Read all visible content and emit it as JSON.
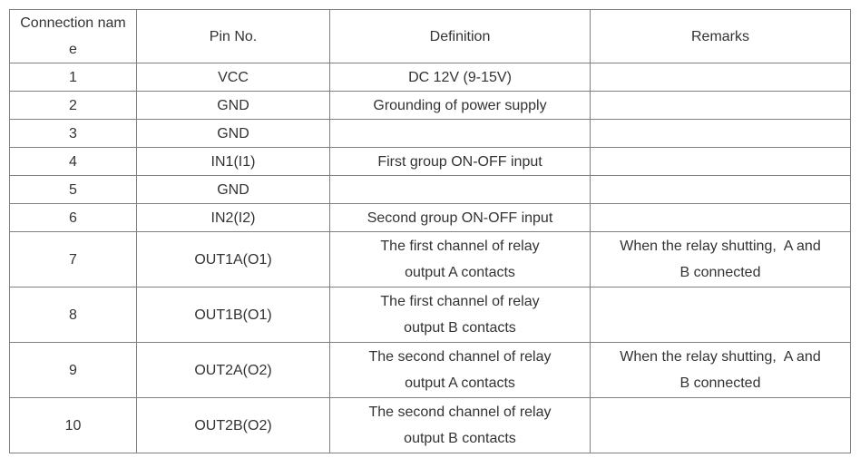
{
  "table": {
    "headers": {
      "connection_name": "Connection nam\ne",
      "pin_no": "Pin No.",
      "definition": "Definition",
      "remarks": "Remarks"
    },
    "rows": [
      {
        "name": "1",
        "pin": "VCC",
        "definition": "DC 12V (9-15V)",
        "remarks": ""
      },
      {
        "name": "2",
        "pin": "GND",
        "definition": "Grounding of power supply",
        "remarks": ""
      },
      {
        "name": "3",
        "pin": "GND",
        "definition": "",
        "remarks": ""
      },
      {
        "name": "4",
        "pin": "IN1(I1)",
        "definition": "First group ON-OFF input",
        "remarks": ""
      },
      {
        "name": "5",
        "pin": "GND",
        "definition": "",
        "remarks": ""
      },
      {
        "name": "6",
        "pin": "IN2(I2)",
        "definition": "Second group ON-OFF input",
        "remarks": ""
      },
      {
        "name": "7",
        "pin": "OUT1A(O1)",
        "definition": "The first channel of relay\noutput A contacts",
        "remarks": "When the relay shutting,  A and\nB connected"
      },
      {
        "name": "8",
        "pin": "OUT1B(O1)",
        "definition": "The first channel of relay\noutput B contacts",
        "remarks": ""
      },
      {
        "name": "9",
        "pin": "OUT2A(O2)",
        "definition": "The second channel of relay\noutput A contacts",
        "remarks": "When the relay shutting,  A and\nB connected"
      },
      {
        "name": "10",
        "pin": "OUT2B(O2)",
        "definition": "The second channel of relay\noutput B contacts",
        "remarks": ""
      }
    ],
    "colors": {
      "text": "#333333",
      "border": "#808080",
      "background": "#ffffff"
    }
  }
}
